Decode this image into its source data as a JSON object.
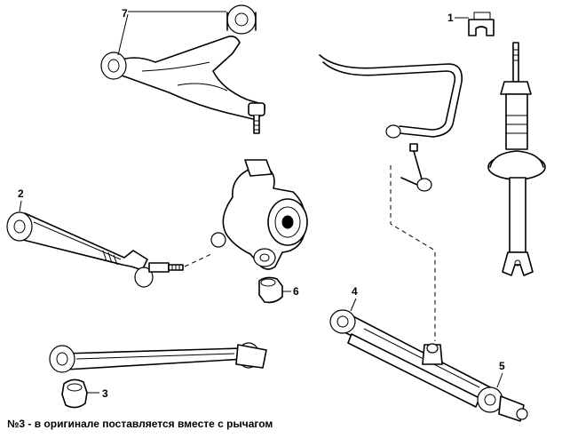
{
  "callouts": {
    "part_1": "1",
    "part_2": "2",
    "part_3": "3",
    "part_4": "4",
    "part_5": "5",
    "part_6": "6",
    "part_7": "7"
  },
  "footnote": "№3 - в оригинале поставляется вместе с рычагом"
}
